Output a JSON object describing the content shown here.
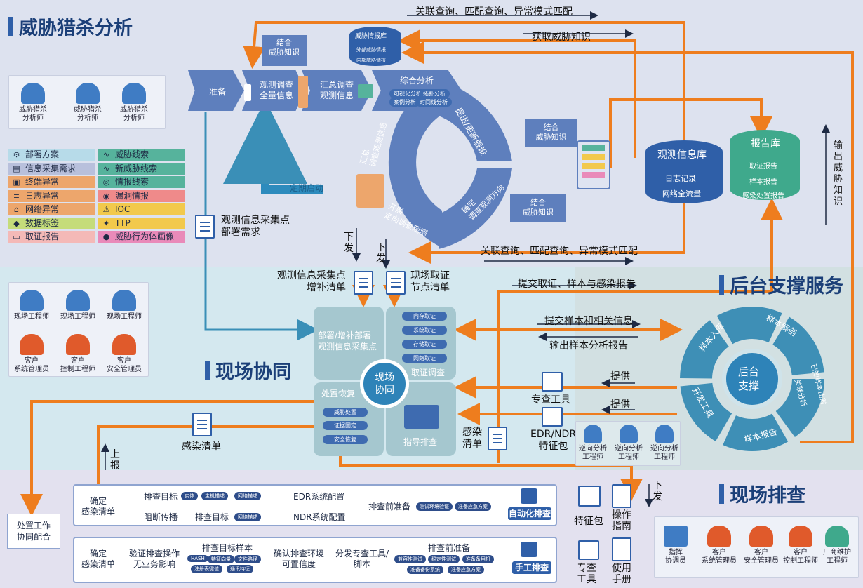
{
  "sections": {
    "hunting": "威胁猎杀分析",
    "backend": "后台支撑服务",
    "onsite": "现场协同",
    "investigation": "现场排查"
  },
  "hunting_roles": [
    "威胁猎杀\n分析师",
    "威胁猎杀\n分析师",
    "威胁猎杀\n分析师"
  ],
  "legend": [
    {
      "label": "部署方案",
      "color": "#b7dbe9",
      "icon": "deploy-icon"
    },
    {
      "label": "信息采集需求",
      "color": "#b8c0dc",
      "icon": "collect-icon"
    },
    {
      "label": "终端异常",
      "color": "#eda66c",
      "icon": "endpoint-icon"
    },
    {
      "label": "日志异常",
      "color": "#eda66c",
      "icon": "log-icon"
    },
    {
      "label": "网络异常",
      "color": "#eda66c",
      "icon": "network-icon"
    },
    {
      "label": "数据标签",
      "color": "#c5dc7a",
      "icon": "tag-icon"
    },
    {
      "label": "取证报告",
      "color": "#f4b9b7",
      "icon": "report-icon"
    },
    {
      "label": "威胁线索",
      "color": "#56b39c",
      "icon": "clue-icon"
    },
    {
      "label": "新威胁线索",
      "color": "#56b39c",
      "icon": "newclue-icon"
    },
    {
      "label": "情报线索",
      "color": "#56b39c",
      "icon": "intel-icon"
    },
    {
      "label": "漏洞情报",
      "color": "#ef8a8a",
      "icon": "vuln-icon"
    },
    {
      "label": "IOC",
      "color": "#f2c94c",
      "icon": "ioc-icon"
    },
    {
      "label": "TTP",
      "color": "#f2c94c",
      "icon": "ttp-icon"
    },
    {
      "label": "威胁行为体画像",
      "color": "#e98ab9",
      "icon": "actor-icon"
    }
  ],
  "top_flow": {
    "arrow1": "关联查询、匹配查询、异常模式匹配",
    "arrow2": "获取威胁知识",
    "arrow3": "关联查询、匹配查询、异常模式匹配",
    "arrow4": "提交取证、样本与感染报告",
    "threat_db": "威胁情报库",
    "threat_db_ext": "外部威胁情报",
    "threat_db_int": "内部威胁情报",
    "combine_knowledge1": "结合\n威胁知识",
    "combine_knowledge2": "结合\n威胁知识",
    "combine_knowledge3": "结合\n威胁知识",
    "prepare": "准备",
    "observe": "观测调查\n全量信息",
    "summary_obs": "汇总调查\n观测信息",
    "analysis": "综合分析",
    "analysis_tags": [
      "可视化分析",
      "拓扑分析",
      "案例分析",
      "时间线分析"
    ],
    "hypothesis": "提出/更新假设",
    "direction": "确定\n调查观测方向",
    "targeted": "开展\n定向调查观测",
    "collect": "汇总\n调查观测信息",
    "periodic": "定期启动",
    "obs_db": "观测信息库",
    "obs_db_items": [
      "日志记录",
      "网络全流量"
    ],
    "report_db": "报告库",
    "report_db_items": [
      "取证报告",
      "样本报告",
      "感染处置报告"
    ],
    "output_knowledge": "输出威胁知识",
    "collection_needs": "观测信息采集点\n部署需求",
    "issue1": "下\n发",
    "issue2": "下\n发"
  },
  "onsite": {
    "supplement": "观测信息采集点\n增补清单",
    "forensic_nodes": "现场取证\n节点清单",
    "deploy": "部署/增补部署\n观测信息采集点",
    "forensics": "取证调查",
    "forensic_tags": [
      "内存取证",
      "系统取证",
      "存储取证",
      "网络取证"
    ],
    "center": "现场\n协同",
    "recovery": "处置恢复",
    "recovery_tags": [
      "威胁处置",
      "证据固定",
      "安全恢复"
    ],
    "guide": "指导排查",
    "infection_list": "感染清单",
    "infection_list2": "感染\n清单",
    "submit": "提交样本和相关信息",
    "output_report": "输出样本分析报告",
    "provide1": "提供",
    "provide2": "提供",
    "special_tool": "专查工具",
    "edr_pkg": "EDR/NDR\n特征包",
    "report_up": "上\n报",
    "roles": [
      "现场工程师",
      "现场工程师",
      "现场工程师",
      "客户\n系统管理员",
      "客户\n控制工程师",
      "客户\n安全管理员"
    ]
  },
  "backend": {
    "center": "后台\n支撑",
    "ring": [
      "样本入库",
      "样本解剖",
      "已知样本比对",
      "关联分析",
      "样本报告",
      "开发工具"
    ],
    "roles": [
      "逆向分析\n工程师",
      "逆向分析\n工程师",
      "逆向分析\n工程师"
    ]
  },
  "investigation": {
    "coord": "处置工作\n协同配合",
    "row1": {
      "confirm": "确定\n感染清单",
      "target": "排查目标",
      "target_tags": [
        "实体",
        "主机描述",
        "网络描述"
      ],
      "block": "阻断传播",
      "target2": "排查目标",
      "target2_tags": [
        "网络描述"
      ],
      "edr": "EDR系统配置",
      "ndr": "NDR系统配置",
      "prep": "排查前准备",
      "prep_tags": [
        "测试环境验证",
        "准备应急方案"
      ],
      "button": "自动化排查"
    },
    "row2": {
      "confirm": "确定\n感染清单",
      "verify": "验证排查操作\n无业务影响",
      "samples": "排查目标样本",
      "sample_tags": [
        "HASH",
        "特征向量",
        "文件路径",
        "注册表键值",
        "通讯特征"
      ],
      "confirm_env": "确认排查环境\n可置信度",
      "distribute": "分发专查工具/\n脚本",
      "prep": "排查前准备",
      "prep_tags": [
        "兼容性测试",
        "稳定性测试",
        "准备备用机",
        "准备备份系统",
        "准备应急方案"
      ],
      "button": "手工排查"
    },
    "feature_pkg": "特征包",
    "op_guide": "操作\n指南",
    "special_tool": "专查\n工具",
    "manual": "使用\n手册",
    "issue": "下\n发",
    "roles": [
      "指挥\n协调员",
      "客户\n系统管理员",
      "客户\n安全管理员",
      "客户\n控制工程师",
      "厂商维护\n工程师"
    ]
  }
}
